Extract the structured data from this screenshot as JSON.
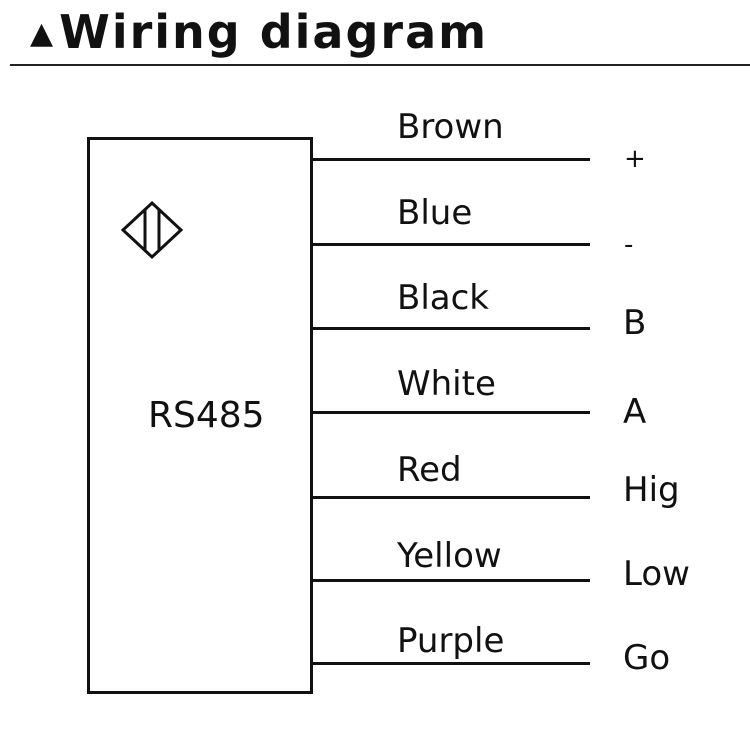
{
  "header": {
    "arrow": "▲",
    "title": "Wiring diagram"
  },
  "device": {
    "label": "RS485",
    "icon": "inductive-sensor-icon"
  },
  "wires": [
    {
      "color_name": "Brown",
      "signal": "+"
    },
    {
      "color_name": "Blue",
      "signal": "-"
    },
    {
      "color_name": "Black",
      "signal": "B"
    },
    {
      "color_name": "White",
      "signal": "A"
    },
    {
      "color_name": "Red",
      "signal": "Hig"
    },
    {
      "color_name": "Yellow",
      "signal": "Low"
    },
    {
      "color_name": "Purple",
      "signal": "Go"
    }
  ]
}
